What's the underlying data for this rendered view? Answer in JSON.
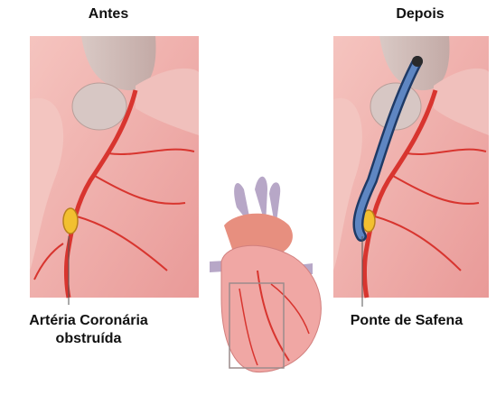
{
  "titles": {
    "before": "Antes",
    "after": "Depois"
  },
  "labels": {
    "artery_line1": "Artéria Coronária",
    "artery_line2": "obstruída",
    "bypass": "Ponte de Safena"
  },
  "colors": {
    "heart_tissue": "#f2b0ad",
    "artery": "#d8352f",
    "graft": "#3a5f9a",
    "blockage": "#f2c030",
    "panel_bg": "#efe0dc"
  }
}
